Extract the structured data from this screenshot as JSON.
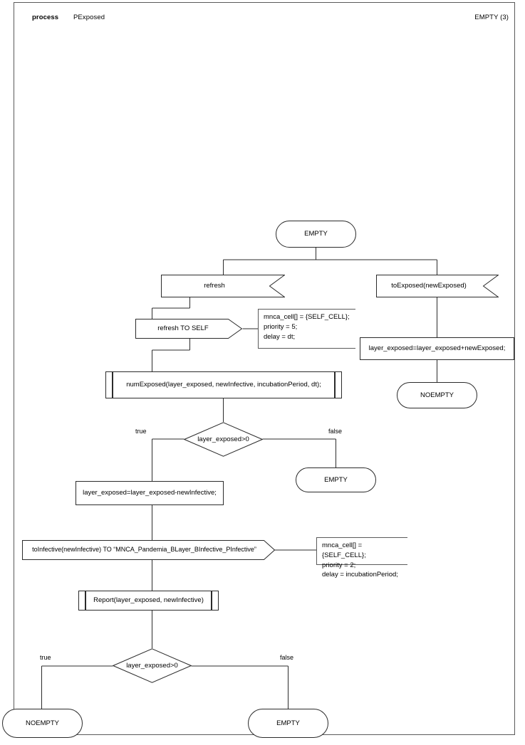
{
  "diagram": {
    "kind": "sdl-process-diagram",
    "header": {
      "keyword": "process",
      "name": "PExposed",
      "page": "EMPTY (3)"
    },
    "nodes": {
      "state_start": {
        "label": "EMPTY"
      },
      "input_refresh": {
        "label": "refresh"
      },
      "input_toexposed": {
        "label": "toExposed(newExposed)"
      },
      "output_refresh_self": {
        "label": "refresh TO SELF"
      },
      "comment_refresh": "mnca_cell[] = {SELF_CELL};\npriority = 5;\ndelay = dt;",
      "task_add_exposed": {
        "label": "layer_exposed=layer_exposed+newExposed;"
      },
      "state_noempty_right": {
        "label": "NOEMPTY"
      },
      "proc_numexposed": {
        "label": "numExposed(layer_exposed, newInfective, incubationPeriod, dt);"
      },
      "decision_top": {
        "label": "layer_exposed>0"
      },
      "decision_top_true": "true",
      "decision_top_false": "false",
      "state_empty_mid": {
        "label": "EMPTY"
      },
      "task_sub_infective": {
        "label": "layer_exposed=layer_exposed-newInfective;"
      },
      "output_toinfective": {
        "label": "toInfective(newInfective) TO “MNCA_Pandemia_BLayer_BInfective_PInfective”"
      },
      "comment_toinfective": "mnca_cell[] = {SELF_CELL};\npriority = 2;\ndelay = incubationPeriod;",
      "proc_report": {
        "label": "Report(layer_exposed, newInfective)"
      },
      "decision_bottom": {
        "label": "layer_exposed>0"
      },
      "decision_bottom_true": "true",
      "decision_bottom_false": "false",
      "state_noempty_bottom": {
        "label": "NOEMPTY"
      },
      "state_empty_bottom": {
        "label": "EMPTY"
      }
    },
    "colors": {
      "shape_stroke": "#2b2b2b",
      "frame_stroke": "#5a5a5a",
      "connector": "#2b2b2b",
      "background": "#ffffff",
      "text": "#000000"
    }
  }
}
